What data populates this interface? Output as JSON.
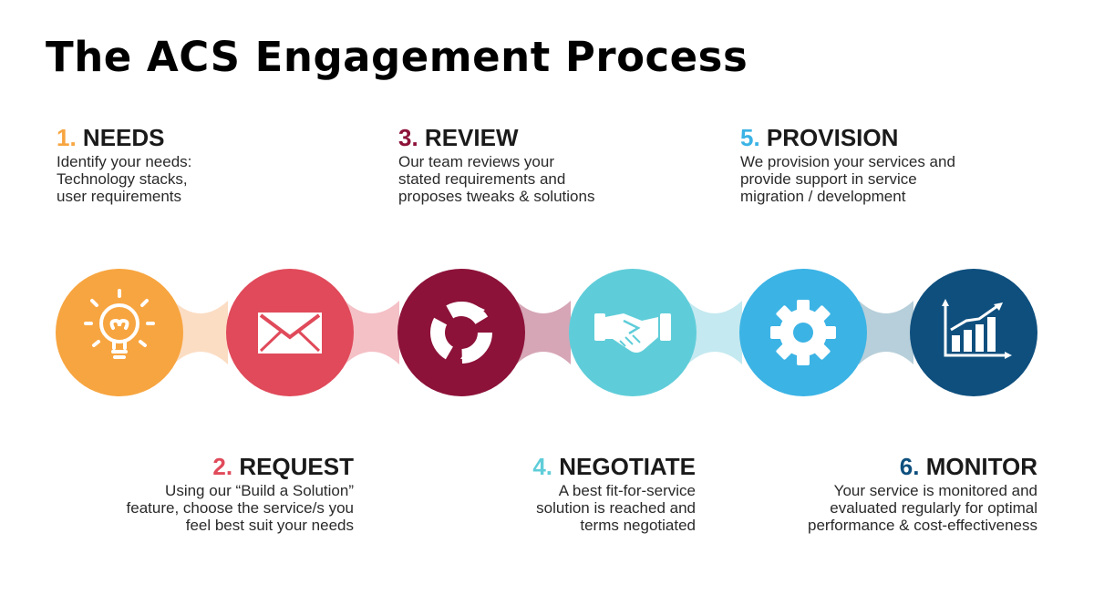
{
  "title": "The ACS Engagement Process",
  "steps": [
    {
      "num": "1.",
      "name": "NEEDS",
      "color": "#F7A540",
      "desc": [
        "Identify your needs:",
        "Technology stacks,",
        "user requirements"
      ],
      "icon": "lightbulb-icon"
    },
    {
      "num": "2.",
      "name": "REQUEST",
      "color": "#E04A5A",
      "desc": [
        "Using our “Build a Solution”",
        "feature, choose the service/s you",
        "feel best suit your needs"
      ],
      "icon": "envelope-icon"
    },
    {
      "num": "3.",
      "name": "REVIEW",
      "color": "#8C1239",
      "desc": [
        "Our team reviews your",
        "stated requirements and",
        "proposes tweaks & solutions"
      ],
      "icon": "cycle-arrows-icon"
    },
    {
      "num": "4.",
      "name": "NEGOTIATE",
      "color": "#5FCDD9",
      "desc": [
        "A best fit-for-service",
        "solution is reached and",
        "terms negotiated"
      ],
      "icon": "handshake-icon"
    },
    {
      "num": "5.",
      "name": "PROVISION",
      "color": "#3BB3E5",
      "desc": [
        "We provision your services and",
        "provide support in service",
        "migration / development"
      ],
      "icon": "gear-icon"
    },
    {
      "num": "6.",
      "name": "MONITOR",
      "color": "#0E4F7E",
      "desc": [
        "Your service is monitored and",
        "evaluated regularly for optimal",
        "performance & cost-effectiveness"
      ],
      "icon": "bar-chart-icon"
    }
  ],
  "connector_colors": [
    "#FBDDC4",
    "#F4C1C6",
    "#D6A6B6",
    "#C4E9F0",
    "#B7CFDA"
  ]
}
